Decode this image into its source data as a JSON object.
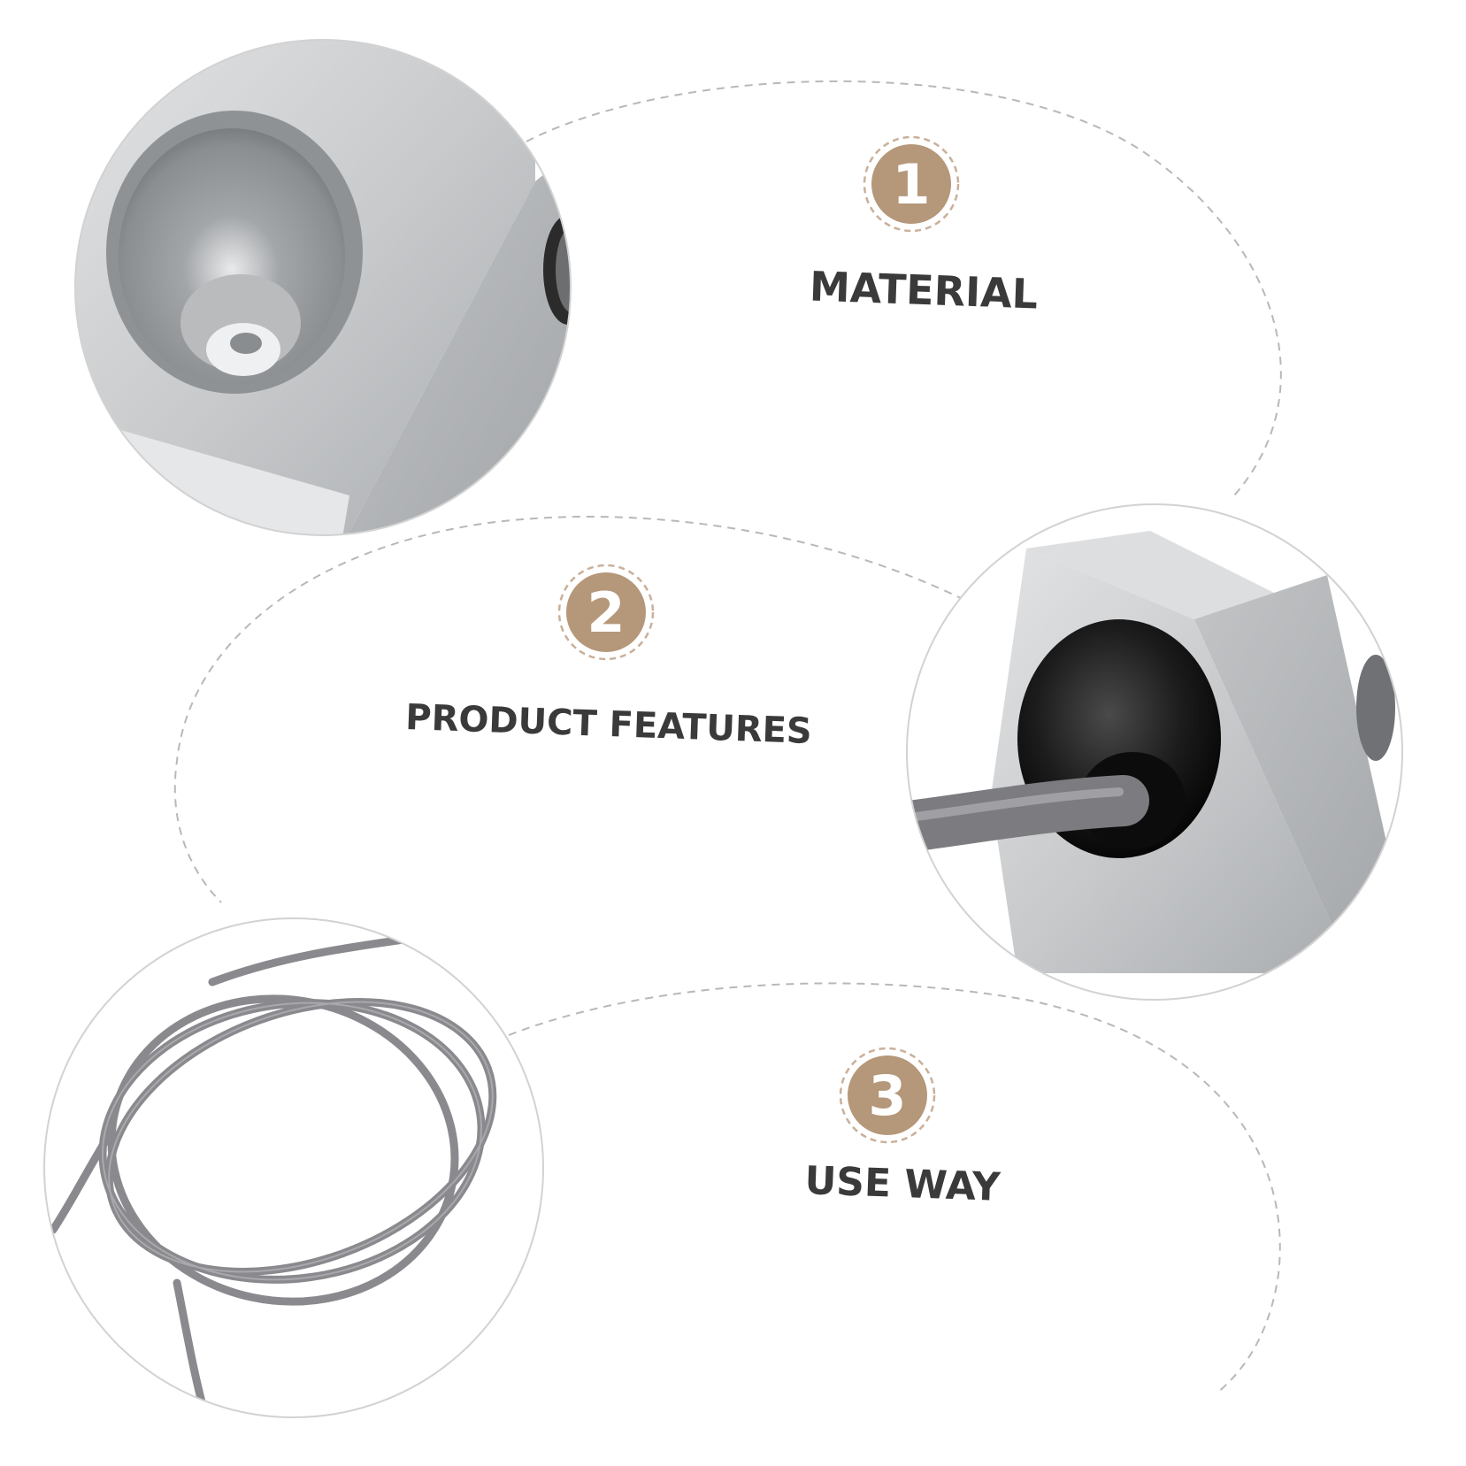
{
  "features": [
    {
      "number": "1",
      "title": "MATERIAL"
    },
    {
      "number": "2",
      "title": "PRODUCT FEATURES"
    },
    {
      "number": "3",
      "title": "USE WAY"
    }
  ],
  "colors": {
    "badge": "#b5977a",
    "badge_ring": "#c9b09a",
    "title_text": "#3a3a3a",
    "dashed_line": "#b8b8b8",
    "photo_border": "#d2d2d2",
    "aluminum": "#c4c6c8",
    "cable": "#8a8a8e",
    "grommet": "#161616"
  },
  "photos": [
    {
      "subject": "aluminum housing mounting hole closeup"
    },
    {
      "subject": "cable exiting rubber grommet closeup"
    },
    {
      "subject": "coiled grey cable"
    }
  ]
}
